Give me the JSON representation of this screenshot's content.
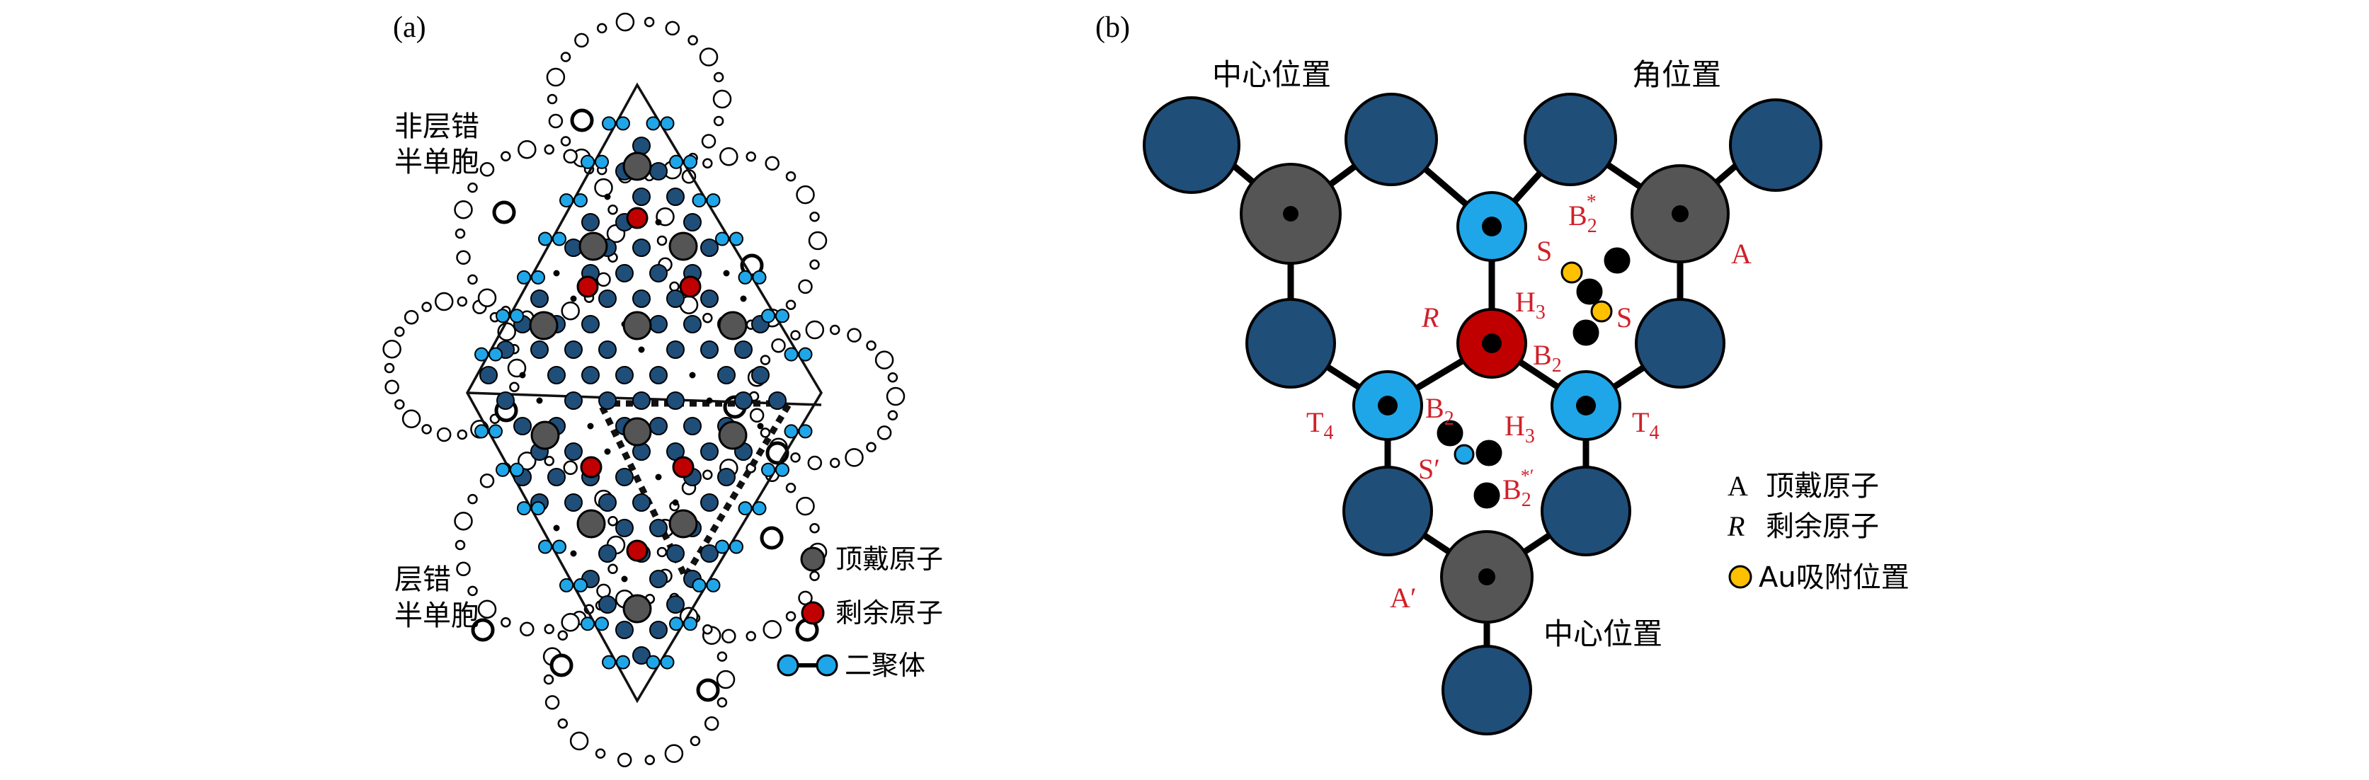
{
  "panel_a": {
    "label": "(a)",
    "unfaulted_line1": "非层错",
    "unfaulted_line2": "半单胞",
    "faulted_line1": "层错",
    "faulted_line2": "半单胞",
    "legend": {
      "adatom": "顶戴原子",
      "rest_atom": "剩余原子",
      "dimer": "二聚体"
    }
  },
  "panel_b": {
    "label": "(b)",
    "center_site_top": "中心位置",
    "corner_site": "角位置",
    "center_site_bottom": "中心位置",
    "site_labels": {
      "R": "R",
      "H3": "H",
      "H3_sub": "3",
      "B2": "B",
      "B2_sub": "2",
      "B2_prime": "B",
      "B2_prime_sub": "2",
      "B2_star": "B",
      "B2_star_sub": "2",
      "B2_star_sup": "*",
      "B2_star_prime": "B",
      "B2_star_prime_sub": "2",
      "B2_star_prime_sup": "*′",
      "H3_prime": "H",
      "H3_prime_sub": "3",
      "S1": "S",
      "S2": "S",
      "S_prime": "S′",
      "A": "A",
      "A_prime": "A′",
      "T4": "T",
      "T4_sub": "4",
      "T4_prime": "T",
      "T4_prime_sub": "4"
    },
    "legend": {
      "A_key": "A",
      "A_text": "顶戴原子",
      "R_key": "R",
      "R_text": "剩余原子",
      "au_text": "Au吸附位置"
    }
  },
  "colors": {
    "blue_atom": "#1f4e79",
    "gray_atom": "#555555",
    "red_atom": "#c00000",
    "cyan_atom": "#1fa6e8",
    "gold_atom": "#ffc000",
    "label_red": "#d0202a"
  }
}
